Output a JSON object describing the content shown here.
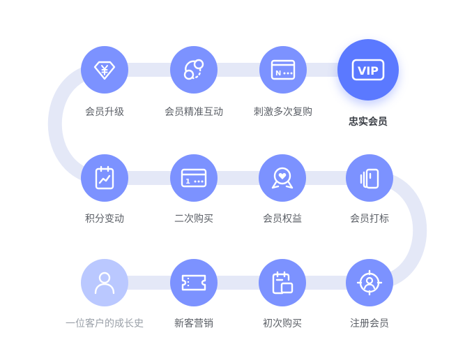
{
  "colors": {
    "track": "#e4e8f7",
    "node": "#7c92ff",
    "node_highlight": "#5b79ff",
    "node_faded": "#bac8ff",
    "text": "#5b5f66"
  },
  "steps": [
    {
      "label": "会员升级",
      "icon": "diamond-yen-icon"
    },
    {
      "label": "会员精准互动",
      "icon": "link-circles-icon"
    },
    {
      "label": "刺激多次复购",
      "icon": "browser-window-n-icon"
    },
    {
      "label": "忠实会员",
      "icon": "vip-badge-icon",
      "highlight": true
    },
    {
      "label": "会员打标",
      "icon": "tag-cards-icon"
    },
    {
      "label": "会员权益",
      "icon": "heart-badge-icon"
    },
    {
      "label": "二次购买",
      "icon": "card-one-icon"
    },
    {
      "label": "积分变动",
      "icon": "clipboard-chart-icon"
    },
    {
      "label": "一位客户的成长史",
      "icon": "person-icon",
      "faded": true
    },
    {
      "label": "新客营销",
      "icon": "ticket-icon"
    },
    {
      "label": "初次购买",
      "icon": "calendar-ticket-icon"
    },
    {
      "label": "注册会员",
      "icon": "user-target-icon"
    }
  ]
}
